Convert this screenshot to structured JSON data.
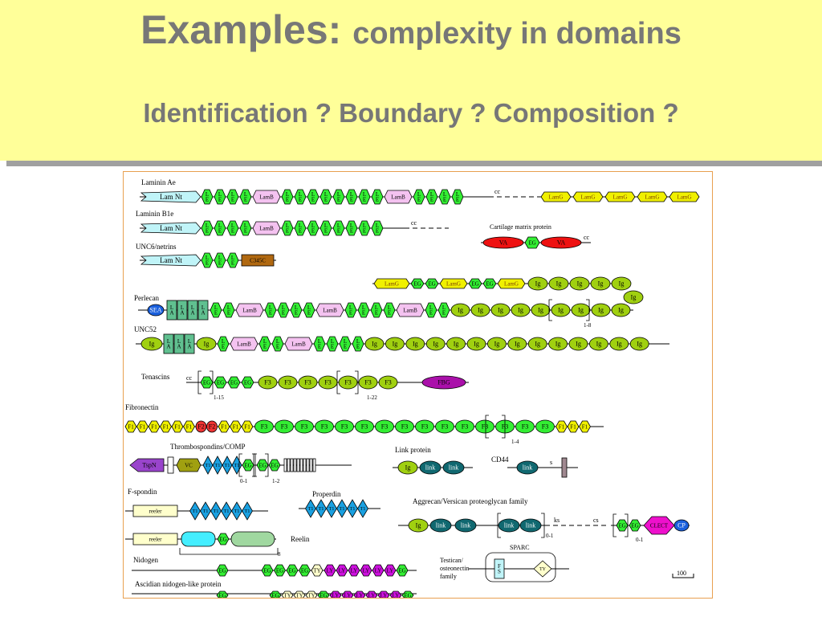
{
  "slide": {
    "title_main": "Examples:",
    "title_sub": "complexity in domains",
    "subtitle": "Identification ? Boundary ? Composition ?"
  },
  "figure": {
    "proteins": [
      "Laminin Ae",
      "Laminin B1e",
      "UNC6/netrins",
      "Perlecan",
      "UNC52",
      "Tenascins",
      "Fibronectin",
      "Thrombospondins/COMP",
      "F-spondin",
      "Reelin",
      "Nidogen",
      "Ascidian nidogen-like protein",
      "Cartilage matrix protein",
      "Link protein",
      "CD44",
      "Properdin",
      "Aggrecan/Versican  proteoglycan family",
      "SPARC",
      "Testican/\nosteonectin-\nfamily"
    ],
    "domains": {
      "lam_nt": "Lam Nt",
      "le": "L\nE",
      "lamb": "LamB",
      "lamg": "LamG",
      "eg": "EG",
      "c345c": "C345C",
      "va": "VA",
      "ig": "Ig",
      "sea": "SEA",
      "la": "L\nA",
      "f3": "F3",
      "fbg": "FBG",
      "f1": "F1",
      "f2": "F2",
      "tspn": "TspN",
      "vc": "VC",
      "t1": "T1",
      "link": "link",
      "reeler": "reeler",
      "ty": "TY",
      "ly": "LY",
      "clect": "CLECT",
      "cp": "CP",
      "fs": "F\nS"
    },
    "labels": {
      "cc": "cc",
      "s": "s",
      "ks": "ks",
      "cs": "cs",
      "r1_8": "1-8",
      "r1_15": "1-15",
      "r1_22": "1-22",
      "r1_4": "1-4",
      "r0_1": "0-1",
      "r1_2": "1-2",
      "r8": "8",
      "scale": "100"
    },
    "colors": {
      "le": "#33ee33",
      "lamb": "#f4c2f0",
      "lamg": "#f0f000",
      "lam_nt": "#c0f4f8",
      "ig": "#a0d010",
      "f3": "#33ee33",
      "f1": "#f0f000",
      "f2": "#ee3333",
      "t1": "#1aa0e0",
      "link": "#106870",
      "va": "#ee1111",
      "fbg": "#aa10aa",
      "ly": "#cc10dd",
      "clect": "#ee10cc",
      "tspn": "#9944cc",
      "vc": "#a0a010",
      "c345c": "#b06810",
      "la": "#60c090",
      "sea": "#1a60dd",
      "reeler": "#ffffcc"
    }
  }
}
